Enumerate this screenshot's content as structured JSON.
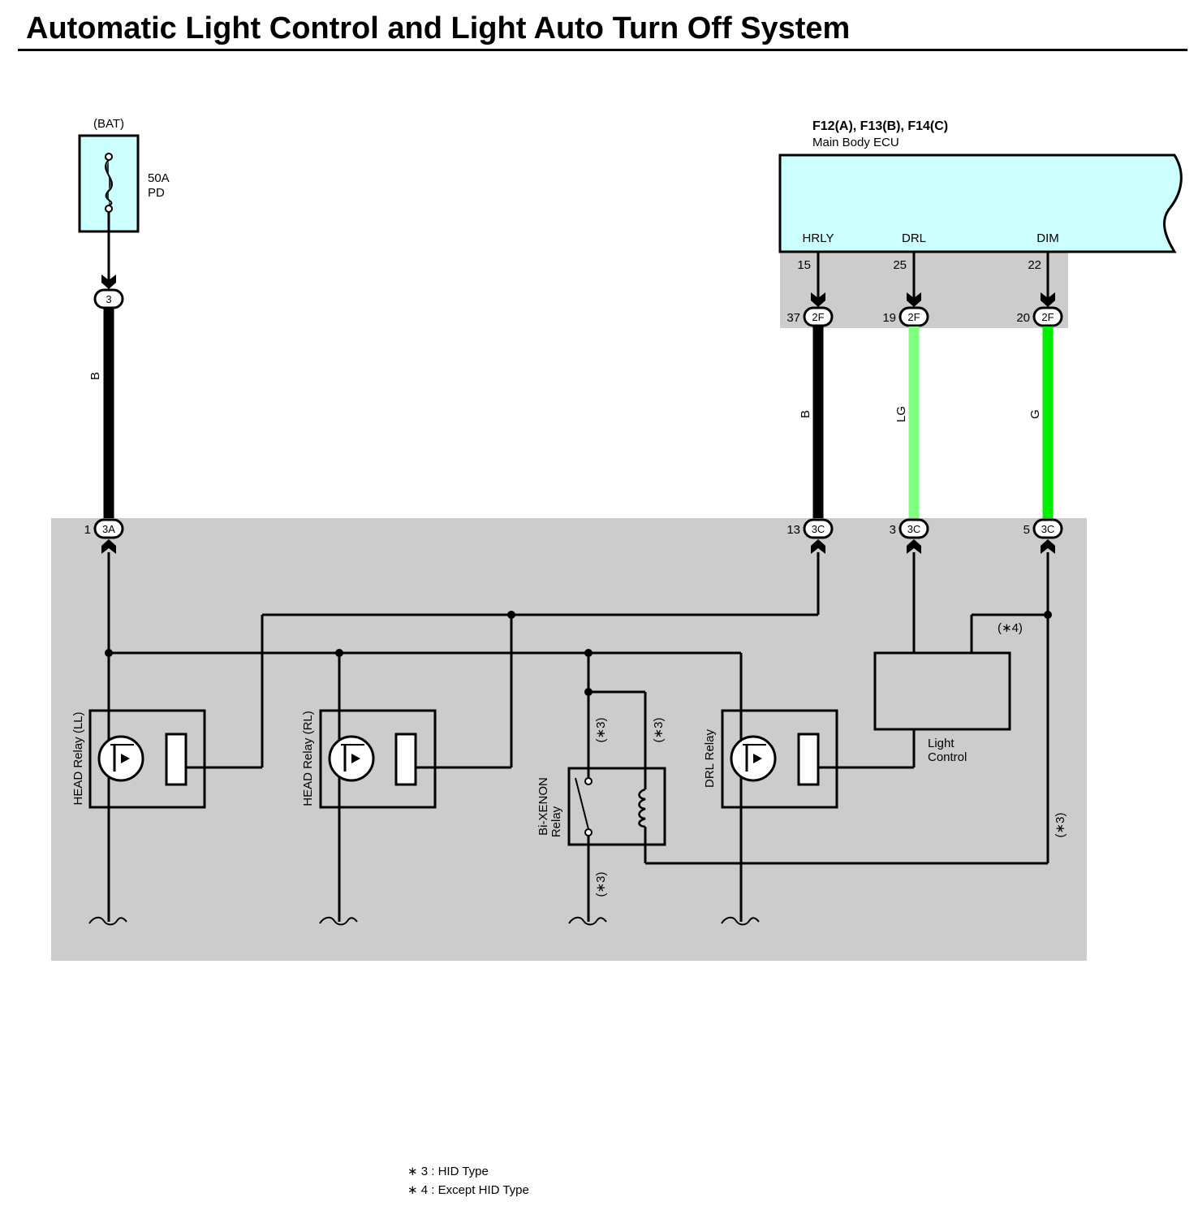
{
  "title": "Automatic Light Control and Light Auto Turn Off System",
  "battery": {
    "source_label": "(BAT)",
    "fuse_rating": "50A",
    "fuse_name": "PD",
    "connector": "3"
  },
  "ecu": {
    "connectors_label": "F12(A), F13(B), F14(C)",
    "name": "Main Body ECU",
    "terminals": [
      {
        "name": "HRLY",
        "pin": "15",
        "junction_pin": "37",
        "junction": "2F"
      },
      {
        "name": "DRL",
        "pin": "25",
        "junction_pin": "19",
        "junction": "2F"
      },
      {
        "name": "DIM",
        "pin": "22",
        "junction_pin": "20",
        "junction": "2F"
      }
    ],
    "fill_color": "#ccffff"
  },
  "wires": [
    {
      "label": "B",
      "color": "#000000"
    },
    {
      "label": "B",
      "color": "#000000"
    },
    {
      "label": "LG",
      "color": "#80ff80"
    },
    {
      "label": "G",
      "color": "#00ee00"
    }
  ],
  "block_connectors": [
    {
      "pin": "1",
      "connector": "3A"
    },
    {
      "pin": "13",
      "connector": "3C"
    },
    {
      "pin": "3",
      "connector": "3C"
    },
    {
      "pin": "5",
      "connector": "3C"
    }
  ],
  "components": {
    "head_relay_ll": "HEAD Relay (LL)",
    "head_relay_rl": "HEAD Relay (RL)",
    "bi_xenon_relay_line1": "Bi-XENON",
    "bi_xenon_relay_line2": "Relay",
    "drl_relay": "DRL Relay",
    "light_control_line1": "Light",
    "light_control_line2": "Control"
  },
  "notes": {
    "n3": "(∗3)",
    "n4": "(∗4)"
  },
  "legend": [
    {
      "mark": "∗ 3",
      "text": ": HID Type"
    },
    {
      "mark": "∗ 4",
      "text": ": Except HID Type"
    }
  ],
  "block_fill_color": "#cccccc"
}
